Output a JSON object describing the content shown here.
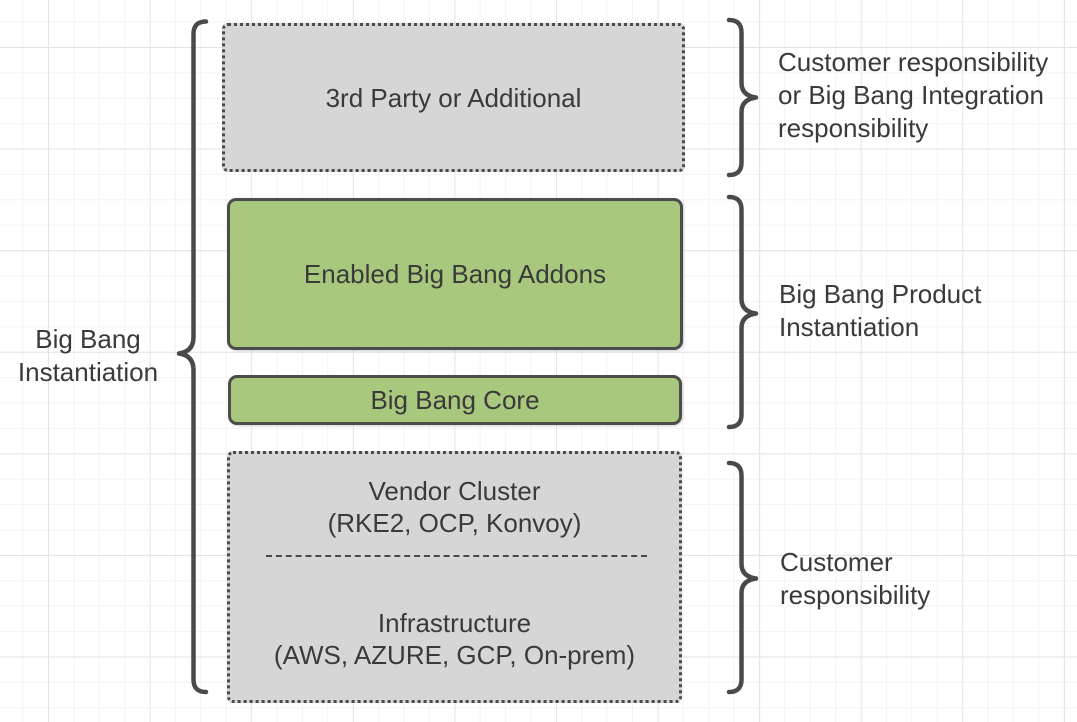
{
  "left_label": {
    "lines": [
      "Big Bang",
      "Instantiation"
    ]
  },
  "boxes": {
    "third_party": {
      "label": "3rd Party or Additional"
    },
    "addons": {
      "label": "Enabled Big Bang Addons"
    },
    "core": {
      "label": "Big Bang Core"
    },
    "cluster_infra": {
      "cluster_lines": [
        "Vendor Cluster",
        "(RKE2, OCP, Konvoy)"
      ],
      "infra_lines": [
        "Infrastructure",
        "(AWS, AZURE, GCP, On-prem)"
      ]
    }
  },
  "right_labels": {
    "top": {
      "lines": [
        "Customer responsibility",
        "or Big Bang Integration",
        "responsibility"
      ]
    },
    "middle": {
      "lines": [
        "Big Bang Product",
        "Instantiation"
      ]
    },
    "bottom": {
      "lines": [
        "Customer",
        "responsibility"
      ]
    }
  },
  "colors": {
    "green_fill": "#a8c97d",
    "gray_fill": "#d6d6d6",
    "outline": "#4a4a4a",
    "text": "#3a3a3a",
    "grid_minor": "#f3f3f3",
    "grid_major": "#e4e4e4"
  }
}
